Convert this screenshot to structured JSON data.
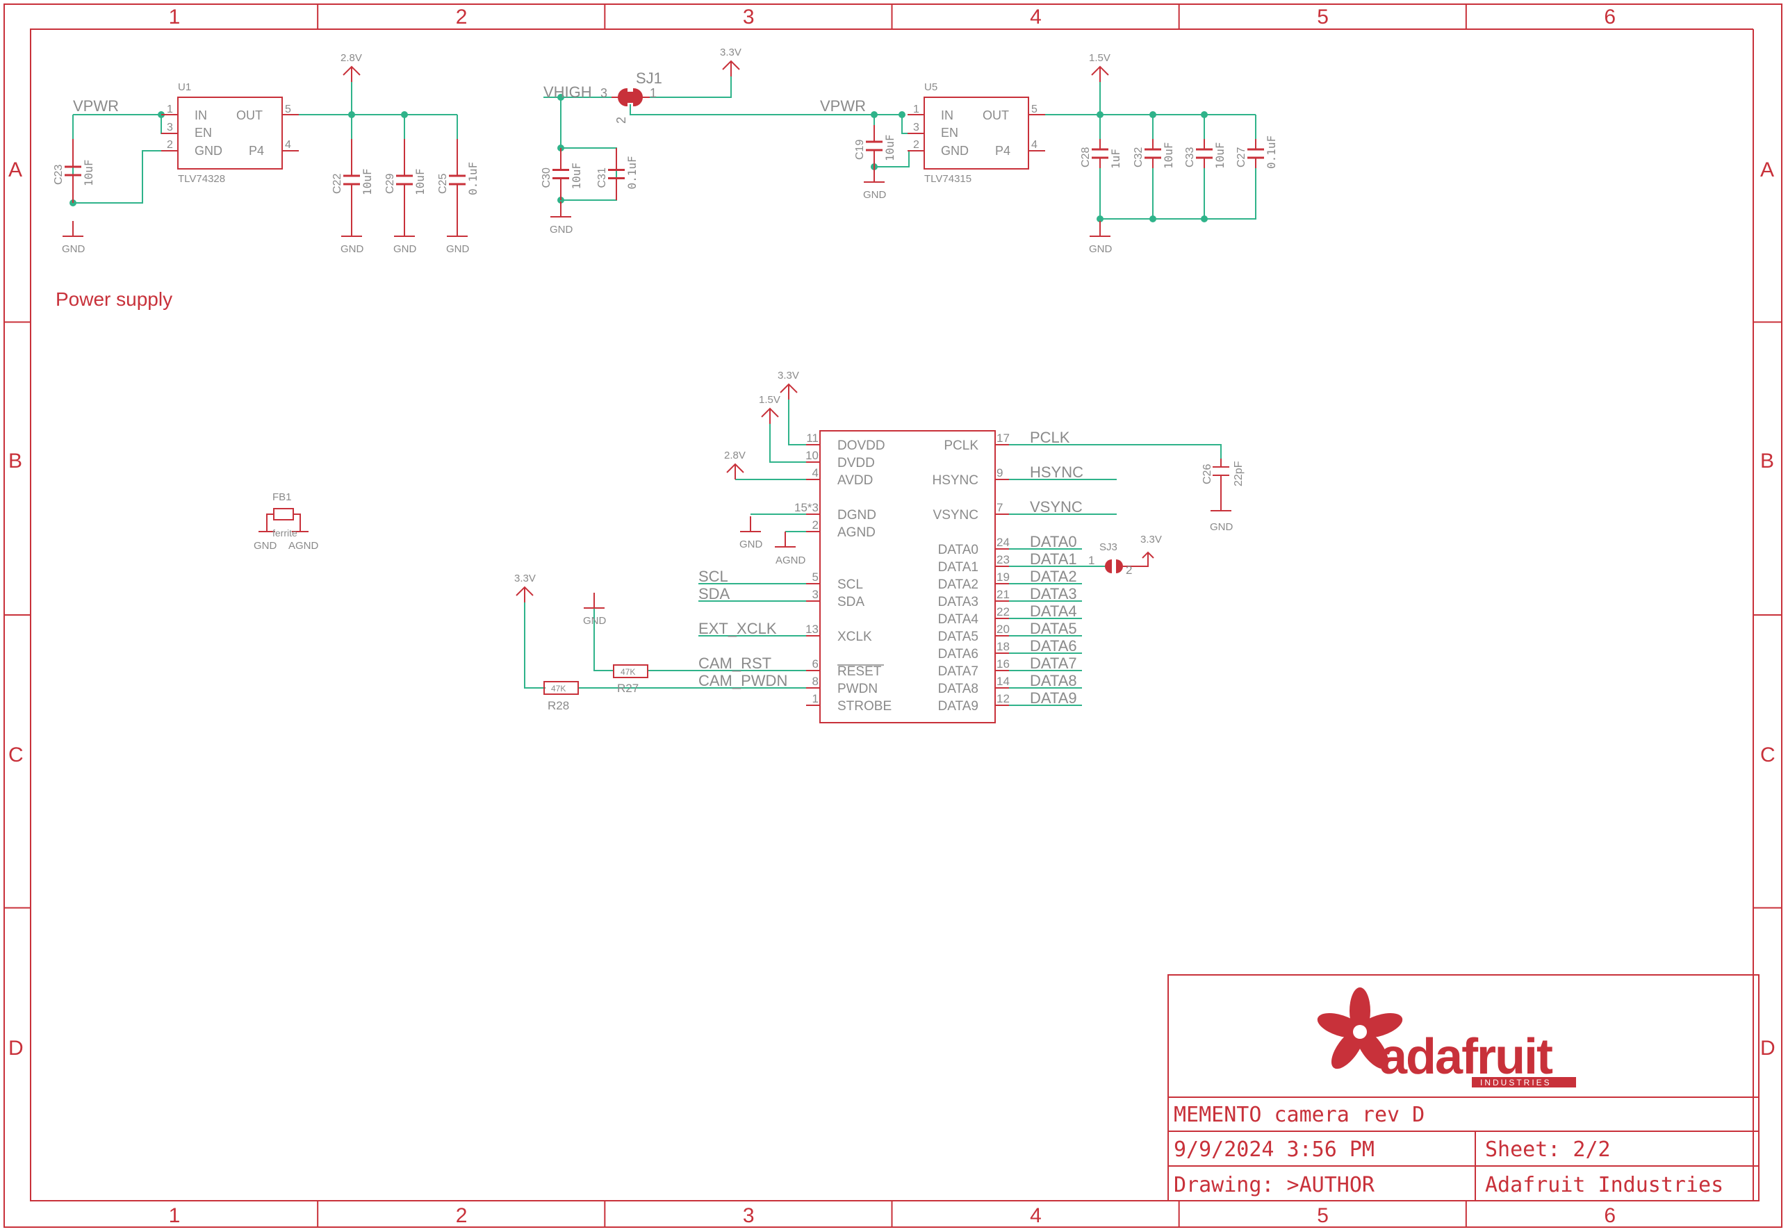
{
  "colors": {
    "frame": "#c8313a",
    "wire": "#2fb38a",
    "label": "#8a8a8a",
    "junction": "#2fb38a"
  },
  "frame": {
    "columns": [
      "1",
      "2",
      "3",
      "4",
      "5",
      "6"
    ],
    "rows": [
      "A",
      "B",
      "C",
      "D"
    ]
  },
  "notes": {
    "power_supply": "Power supply"
  },
  "u1": {
    "ref": "U1",
    "part": "TLV74328",
    "net_in": "VPWR",
    "pins_left": [
      {
        "num": "1",
        "name": "IN"
      },
      {
        "num": "3",
        "name": "EN"
      },
      {
        "num": "2",
        "name": "GND"
      }
    ],
    "pins_right": [
      {
        "num": "5",
        "name": "OUT"
      },
      {
        "num": "4",
        "name": "P4"
      }
    ]
  },
  "u5": {
    "ref": "U5",
    "part": "TLV74315",
    "net_in": "VPWR",
    "pins_left": [
      {
        "num": "1",
        "name": "IN"
      },
      {
        "num": "3",
        "name": "EN"
      },
      {
        "num": "2",
        "name": "GND"
      }
    ],
    "pins_right": [
      {
        "num": "5",
        "name": "OUT"
      },
      {
        "num": "4",
        "name": "P4"
      }
    ]
  },
  "sj1": {
    "ref": "SJ1",
    "net": "VHIGH",
    "pin3": "3",
    "pin1": "1",
    "pin2": "2"
  },
  "sj3": {
    "ref": "SJ3",
    "pin1": "1",
    "pin2": "2"
  },
  "power": {
    "v33": "3.3V",
    "v28": "2.8V",
    "v15": "1.5V",
    "gnd": "GND",
    "agnd": "AGND"
  },
  "caps_u1": [
    {
      "ref": "C23",
      "value": "10uF"
    },
    {
      "ref": "C22",
      "value": "10uF"
    },
    {
      "ref": "C29",
      "value": "10uF"
    },
    {
      "ref": "C25",
      "value": "0.1uF"
    }
  ],
  "caps_sj1": [
    {
      "ref": "C30",
      "value": "10uF"
    },
    {
      "ref": "C31",
      "value": "0.1uF"
    }
  ],
  "cap_u5_in": {
    "ref": "C19",
    "value": "10uF"
  },
  "caps_u5": [
    {
      "ref": "C28",
      "value": "1uF"
    },
    {
      "ref": "C32",
      "value": "10uF"
    },
    {
      "ref": "C33",
      "value": "10uF"
    },
    {
      "ref": "C27",
      "value": "0.1uF"
    }
  ],
  "c26": {
    "ref": "C26",
    "value": "22pF"
  },
  "fb1": {
    "ref": "FB1",
    "value": "ferrite",
    "left": "GND",
    "right": "AGND"
  },
  "r27": {
    "ref": "R27",
    "value": "47K"
  },
  "r28": {
    "ref": "R28",
    "value": "47K"
  },
  "camera": {
    "left_pins": [
      {
        "num": "11",
        "name": "DOVDD",
        "net": ""
      },
      {
        "num": "10",
        "name": "DVDD",
        "net": ""
      },
      {
        "num": "4",
        "name": "AVDD",
        "net": ""
      },
      {
        "num": "15*3",
        "name": "DGND",
        "net": ""
      },
      {
        "num": "2",
        "name": "AGND",
        "net": ""
      },
      {
        "num": "5",
        "name": "SCL",
        "net": "SCL"
      },
      {
        "num": "3",
        "name": "SDA",
        "net": "SDA"
      },
      {
        "num": "13",
        "name": "XCLK",
        "net": "EXT_XCLK"
      },
      {
        "num": "6",
        "name": "RESET",
        "net": "CAM_RST"
      },
      {
        "num": "8",
        "name": "PWDN",
        "net": "CAM_PWDN"
      },
      {
        "num": "1",
        "name": "STROBE",
        "net": ""
      }
    ],
    "right_pins": [
      {
        "num": "17",
        "name": "PCLK",
        "net": "PCLK"
      },
      {
        "num": "9",
        "name": "HSYNC",
        "net": "HSYNC"
      },
      {
        "num": "7",
        "name": "VSYNC",
        "net": "VSYNC"
      },
      {
        "num": "24",
        "name": "DATA0",
        "net": "DATA0"
      },
      {
        "num": "23",
        "name": "DATA1",
        "net": "DATA1"
      },
      {
        "num": "19",
        "name": "DATA2",
        "net": "DATA2"
      },
      {
        "num": "21",
        "name": "DATA3",
        "net": "DATA3"
      },
      {
        "num": "22",
        "name": "DATA4",
        "net": "DATA4"
      },
      {
        "num": "20",
        "name": "DATA5",
        "net": "DATA5"
      },
      {
        "num": "18",
        "name": "DATA6",
        "net": "DATA6"
      },
      {
        "num": "16",
        "name": "DATA7",
        "net": "DATA7"
      },
      {
        "num": "14",
        "name": "DATA8",
        "net": "DATA8"
      },
      {
        "num": "12",
        "name": "DATA9",
        "net": "DATA9"
      }
    ]
  },
  "title_block": {
    "logo_word": "adafruit",
    "logo_sub": "INDUSTRIES",
    "title": "MEMENTO camera rev D",
    "date": "9/9/2024 3:56 PM",
    "sheet": "Sheet: 2/2",
    "drawing": "Drawing: >AUTHOR",
    "company": "Adafruit Industries"
  }
}
